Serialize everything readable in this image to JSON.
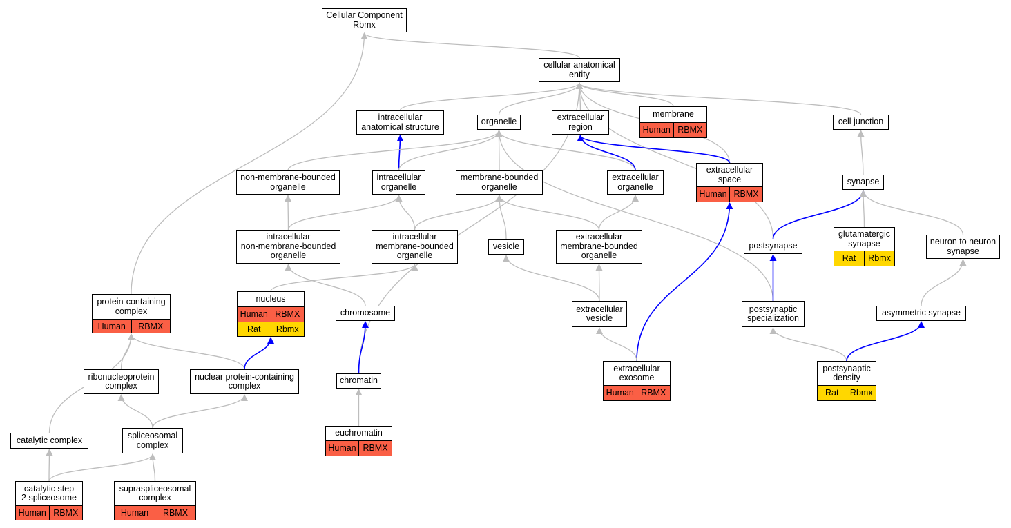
{
  "colors": {
    "human_tag": "#FA5F45",
    "rat_tag": "#FFD700",
    "edge_gray": "#BDBDBD",
    "edge_blue": "#0000FF"
  },
  "nodes": {
    "root": {
      "label": "Cellular Component\nRbmx"
    },
    "cae": {
      "label": "cellular anatomical\nentity"
    },
    "ias": {
      "label": "intracellular\nanatomical structure"
    },
    "org": {
      "label": "organelle"
    },
    "ecr": {
      "label": "extracellular\nregion"
    },
    "mem": {
      "label": "membrane",
      "tags": [
        {
          "text": "Human",
          "type": "human"
        },
        {
          "text": "RBMX",
          "type": "human"
        }
      ]
    },
    "cj": {
      "label": "cell junction"
    },
    "nmbo": {
      "label": "non-membrane-bounded\norganelle"
    },
    "io": {
      "label": "intracellular\norganelle"
    },
    "mbo": {
      "label": "membrane-bounded\norganelle"
    },
    "eco": {
      "label": "extracellular\norganelle"
    },
    "ecs": {
      "label": "extracellular\nspace",
      "tags": [
        {
          "text": "Human",
          "type": "human"
        },
        {
          "text": "RBMX",
          "type": "human"
        }
      ]
    },
    "syn": {
      "label": "synapse"
    },
    "inmbo": {
      "label": "intracellular\nnon-membrane-bounded\norganelle"
    },
    "imbo": {
      "label": "intracellular\nmembrane-bounded\norganelle"
    },
    "ves": {
      "label": "vesicle"
    },
    "ecmbo": {
      "label": "extracellular\nmembrane-bounded\norganelle"
    },
    "psyn": {
      "label": "postsynapse"
    },
    "glu": {
      "label": "glutamatergic\nsynapse",
      "tags": [
        {
          "text": "Rat",
          "type": "rat"
        },
        {
          "text": "Rbmx",
          "type": "rat"
        }
      ]
    },
    "n2n": {
      "label": "neuron to neuron\nsynapse"
    },
    "pcc": {
      "label": "protein-containing\ncomplex",
      "tags": [
        {
          "text": "Human",
          "type": "human"
        },
        {
          "text": "RBMX",
          "type": "human"
        }
      ]
    },
    "nuc": {
      "label": "nucleus",
      "tags": [
        {
          "text": "Human",
          "type": "human"
        },
        {
          "text": "RBMX",
          "type": "human"
        }
      ],
      "tags2": [
        {
          "text": "Rat",
          "type": "rat"
        },
        {
          "text": "Rbmx",
          "type": "rat"
        }
      ]
    },
    "chrom": {
      "label": "chromosome"
    },
    "ecv": {
      "label": "extracellular\nvesicle"
    },
    "pss": {
      "label": "postsynaptic\nspecialization"
    },
    "asyn": {
      "label": "asymmetric synapse"
    },
    "rnp": {
      "label": "ribonucleoprotein\ncomplex"
    },
    "npcc": {
      "label": "nuclear protein-containing\ncomplex"
    },
    "chrt": {
      "label": "chromatin"
    },
    "exo": {
      "label": "extracellular\nexosome",
      "tags": [
        {
          "text": "Human",
          "type": "human"
        },
        {
          "text": "RBMX",
          "type": "human"
        }
      ]
    },
    "psd": {
      "label": "postsynaptic\ndensity",
      "tags": [
        {
          "text": "Rat",
          "type": "rat"
        },
        {
          "text": "Rbmx",
          "type": "rat"
        }
      ]
    },
    "cc": {
      "label": "catalytic complex"
    },
    "spc": {
      "label": "spliceosomal\ncomplex"
    },
    "euc": {
      "label": "euchromatin",
      "tags": [
        {
          "text": "Human",
          "type": "human"
        },
        {
          "text": "RBMX",
          "type": "human"
        }
      ]
    },
    "cs2": {
      "label": "catalytic step\n2 spliceosome",
      "tags": [
        {
          "text": "Human",
          "type": "human"
        },
        {
          "text": "RBMX",
          "type": "human"
        }
      ]
    },
    "sspc": {
      "label": "supraspliceosomal\ncomplex",
      "tags": [
        {
          "text": "Human",
          "type": "human"
        },
        {
          "text": "RBMX",
          "type": "human"
        }
      ]
    }
  },
  "edges": [
    {
      "from": "cae",
      "to": "root",
      "type": "gray"
    },
    {
      "from": "pcc",
      "to": "root",
      "type": "gray"
    },
    {
      "from": "ias",
      "to": "cae",
      "type": "gray"
    },
    {
      "from": "org",
      "to": "cae",
      "type": "gray"
    },
    {
      "from": "ecr",
      "to": "cae",
      "type": "gray"
    },
    {
      "from": "mem",
      "to": "cae",
      "type": "gray"
    },
    {
      "from": "cj",
      "to": "cae",
      "type": "gray"
    },
    {
      "from": "ecs",
      "to": "cae",
      "type": "gray"
    },
    {
      "from": "psyn",
      "to": "cae",
      "type": "gray"
    },
    {
      "from": "chrt",
      "to": "cae",
      "type": "gray"
    },
    {
      "from": "io",
      "to": "ias",
      "type": "blue"
    },
    {
      "from": "nmbo",
      "to": "org",
      "type": "gray"
    },
    {
      "from": "io",
      "to": "org",
      "type": "gray"
    },
    {
      "from": "mbo",
      "to": "org",
      "type": "gray"
    },
    {
      "from": "eco",
      "to": "org",
      "type": "gray"
    },
    {
      "from": "pss",
      "to": "org",
      "type": "gray"
    },
    {
      "from": "eco",
      "to": "ecr",
      "type": "blue"
    },
    {
      "from": "ecs",
      "to": "ecr",
      "type": "blue"
    },
    {
      "from": "syn",
      "to": "cj",
      "type": "gray"
    },
    {
      "from": "inmbo",
      "to": "nmbo",
      "type": "gray"
    },
    {
      "from": "inmbo",
      "to": "io",
      "type": "gray"
    },
    {
      "from": "imbo",
      "to": "io",
      "type": "gray"
    },
    {
      "from": "imbo",
      "to": "mbo",
      "type": "gray"
    },
    {
      "from": "ves",
      "to": "mbo",
      "type": "gray"
    },
    {
      "from": "ecmbo",
      "to": "mbo",
      "type": "gray"
    },
    {
      "from": "ecmbo",
      "to": "eco",
      "type": "gray"
    },
    {
      "from": "exo",
      "to": "ecs",
      "type": "blue"
    },
    {
      "from": "psyn",
      "to": "syn",
      "type": "blue"
    },
    {
      "from": "glu",
      "to": "syn",
      "type": "gray"
    },
    {
      "from": "n2n",
      "to": "syn",
      "type": "gray"
    },
    {
      "from": "chrom",
      "to": "inmbo",
      "type": "gray"
    },
    {
      "from": "nuc",
      "to": "imbo",
      "type": "gray"
    },
    {
      "from": "ecv",
      "to": "ves",
      "type": "gray"
    },
    {
      "from": "ecv",
      "to": "ecmbo",
      "type": "gray"
    },
    {
      "from": "pss",
      "to": "psyn",
      "type": "blue"
    },
    {
      "from": "asyn",
      "to": "n2n",
      "type": "gray"
    },
    {
      "from": "cc",
      "to": "pcc",
      "type": "gray"
    },
    {
      "from": "rnp",
      "to": "pcc",
      "type": "gray"
    },
    {
      "from": "npcc",
      "to": "pcc",
      "type": "gray"
    },
    {
      "from": "npcc",
      "to": "nuc",
      "type": "blue"
    },
    {
      "from": "chrt",
      "to": "chrom",
      "type": "blue"
    },
    {
      "from": "exo",
      "to": "ecv",
      "type": "gray"
    },
    {
      "from": "psd",
      "to": "pss",
      "type": "gray"
    },
    {
      "from": "psd",
      "to": "asyn",
      "type": "blue"
    },
    {
      "from": "spc",
      "to": "rnp",
      "type": "gray"
    },
    {
      "from": "spc",
      "to": "npcc",
      "type": "gray"
    },
    {
      "from": "euc",
      "to": "chrt",
      "type": "gray"
    },
    {
      "from": "cs2",
      "to": "cc",
      "type": "gray"
    },
    {
      "from": "cs2",
      "to": "spc",
      "type": "gray"
    },
    {
      "from": "sspc",
      "to": "spc",
      "type": "gray"
    }
  ]
}
